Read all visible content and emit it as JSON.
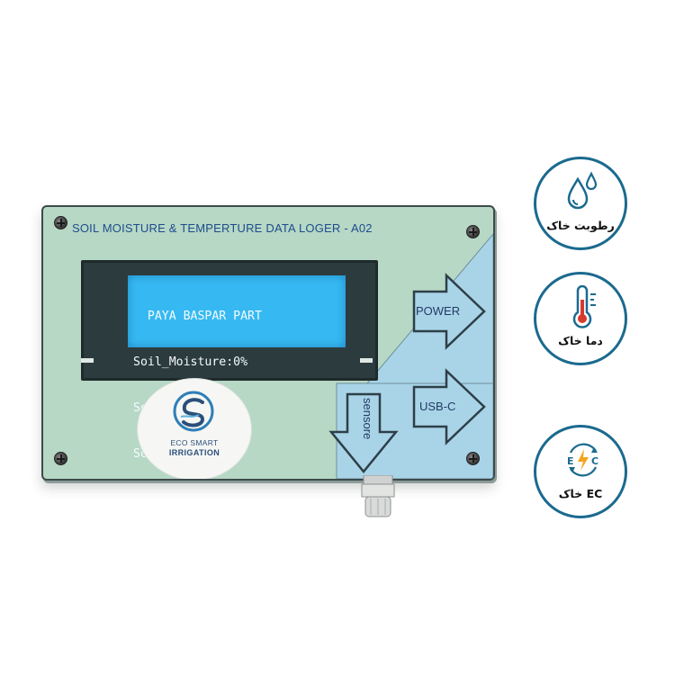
{
  "device": {
    "title": "SOIL MOISTURE & TEMPERTURE DATA LOGER - A02",
    "lcd_lines": [
      "  PAYA BASPAR PART",
      "Soil_Moisture:0%",
      "Soil_EC:      0",
      "Soil_Temp:0.00c"
    ],
    "logo": {
      "line1": "ECO SMART",
      "line2": "IRRIGATION"
    },
    "labels": {
      "power": "POWER",
      "usb": "USB-C",
      "sensor": "sensore"
    },
    "colors": {
      "body": "#b6d8c5",
      "panel": "#a9d4e8",
      "lcd": "#36b9f2",
      "text": "#1f4c8c"
    }
  },
  "badges": [
    {
      "icon": "water-drops-icon",
      "label": "رطوبت خاک"
    },
    {
      "icon": "thermometer-icon",
      "label": "دما خاک"
    },
    {
      "icon": "ec-lightning-icon",
      "label": "EC خاک"
    }
  ]
}
